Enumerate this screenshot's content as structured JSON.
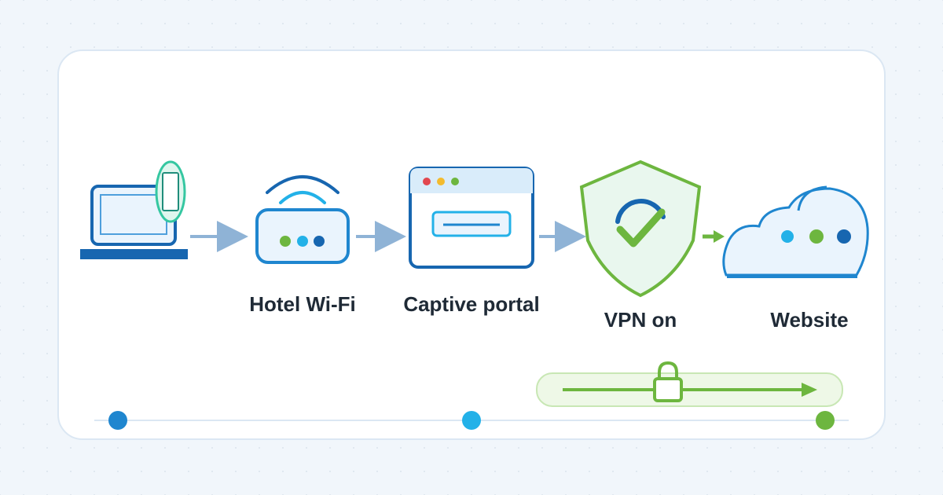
{
  "diagram": {
    "steps": [
      {
        "id": "laptop",
        "label": ""
      },
      {
        "id": "hotel-wifi",
        "label": "Hotel Wi-Fi"
      },
      {
        "id": "captive-portal",
        "label": "Captive portal"
      },
      {
        "id": "vpn",
        "label": "VPN on"
      },
      {
        "id": "website",
        "label": "Website"
      }
    ]
  },
  "colors": {
    "primary_blue": "#1766b0",
    "light_blue": "#23b1e8",
    "arrow_blue": "#8fb3d6",
    "green": "#6db63f",
    "teal": "#35c7a1",
    "red": "#e2474f",
    "yellow": "#f3bb2e"
  },
  "icons": {
    "laptop": "laptop-icon",
    "phone": "phone-icon",
    "router": "router-icon",
    "browser": "browser-window-icon",
    "shield": "shield-check-icon",
    "cloud": "cloud-icon",
    "lock": "padlock-icon"
  }
}
